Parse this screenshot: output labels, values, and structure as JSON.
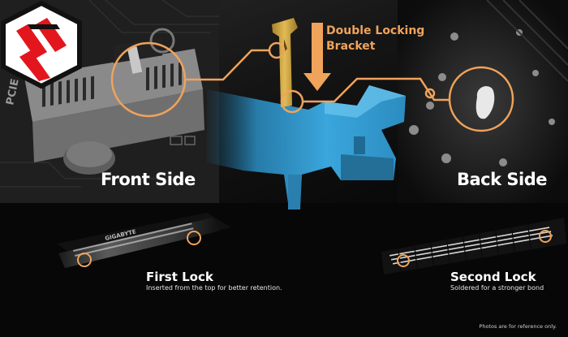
{
  "bracket_title_line1": "Double Locking",
  "bracket_title_line2": "Bracket",
  "front_side_label": "Front Side",
  "back_side_label": "Back Side",
  "first_lock": {
    "title": "First Lock",
    "description": "Inserted from the top for better retention."
  },
  "second_lock": {
    "title": "Second Lock",
    "description": "Soldered for a stronger bond"
  },
  "disclaimer": "Photos are for reference only.",
  "board_brand_text": "GIGABYTE",
  "board_silkscreen_text": "PCIE",
  "colors": {
    "accent_orange": "#f0a35a",
    "bracket_blue": "#3aa6dc",
    "logo_red": "#e3161e"
  }
}
